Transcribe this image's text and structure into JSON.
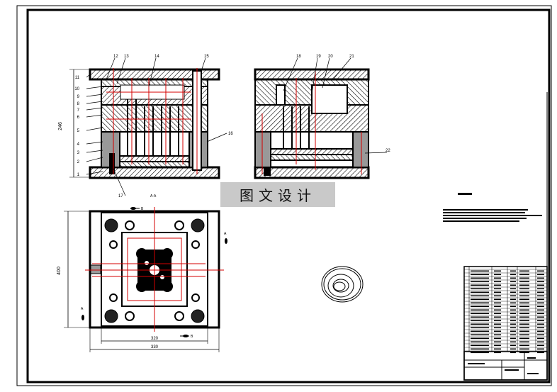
{
  "drawing": {
    "section_label": "A-A",
    "front_view_labels": [
      "1",
      "2",
      "3",
      "4",
      "5",
      "6",
      "7",
      "8",
      "9",
      "10",
      "11",
      "12",
      "13",
      "14",
      "15",
      "16",
      "17"
    ],
    "side_view_labels": [
      "18",
      "19",
      "20",
      "21",
      "22"
    ],
    "dim_front_height": "246",
    "dim_plan_height": "400",
    "dim_plan_inner_width": "320",
    "dim_plan_outer_width": "330",
    "section_arrow_letters": [
      "A",
      "A",
      "B",
      "B"
    ]
  },
  "watermark": {
    "text": "图文设计"
  },
  "colors": {
    "line": "#000000",
    "hatch": "#000000",
    "centerline": "#d40000",
    "watermark_bg": "#c9c9c9"
  }
}
